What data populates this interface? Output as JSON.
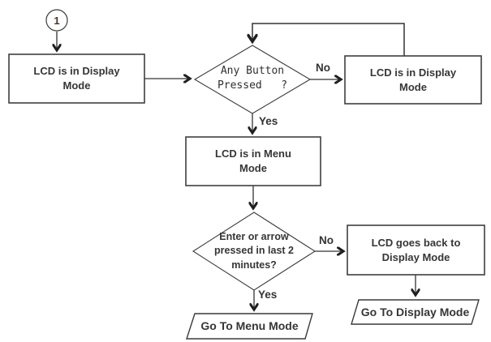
{
  "colors": {
    "stroke": "#3a3a3a",
    "text": "#363636",
    "background": "#ffffff"
  },
  "diagram": {
    "start_connector": {
      "label": "1"
    },
    "nodes": [
      {
        "id": "display-mode-left",
        "type": "process",
        "lines": [
          "LCD is in Display",
          "Mode"
        ]
      },
      {
        "id": "any-button-pressed",
        "type": "decision",
        "lines": [
          "Any Button",
          "Pressed   ?"
        ]
      },
      {
        "id": "display-mode-right",
        "type": "process",
        "lines": [
          "LCD is in Display",
          "Mode"
        ]
      },
      {
        "id": "menu-mode",
        "type": "process",
        "lines": [
          "LCD is in Menu",
          "Mode"
        ]
      },
      {
        "id": "enter-or-arrow",
        "type": "decision",
        "lines": [
          "Enter or arrow",
          "pressed in last 2",
          "minutes?"
        ]
      },
      {
        "id": "goes-back-display",
        "type": "process",
        "lines": [
          "LCD goes back to",
          "Display Mode"
        ]
      },
      {
        "id": "go-to-menu-mode",
        "type": "io",
        "lines": [
          "Go To Menu Mode"
        ]
      },
      {
        "id": "go-to-display-mode",
        "type": "io",
        "lines": [
          "Go To Display Mode"
        ]
      }
    ],
    "edge_labels": {
      "no1": "No",
      "yes1": "Yes",
      "no2": "No",
      "yes2": "Yes"
    }
  }
}
